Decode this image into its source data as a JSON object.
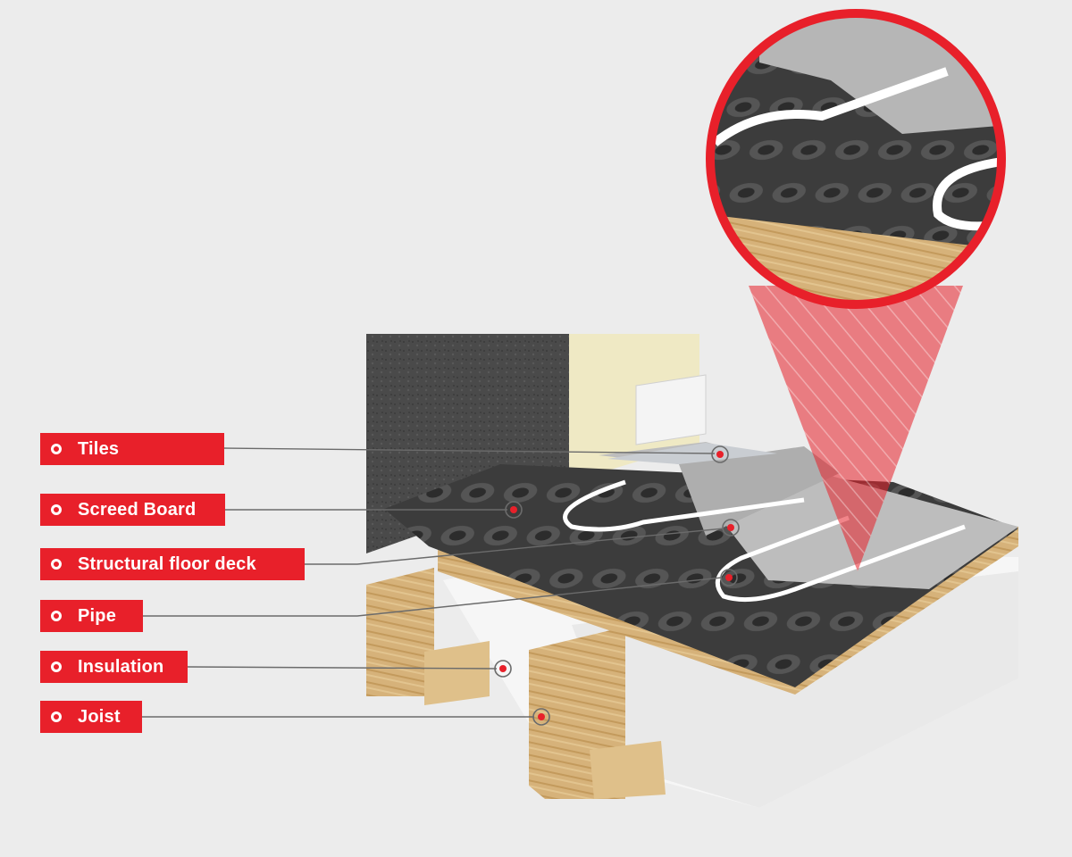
{
  "labels": [
    {
      "key": "tiles",
      "text": "Tiles"
    },
    {
      "key": "screed-board",
      "text": "Screed Board"
    },
    {
      "key": "structural-floor-deck",
      "text": "Structural floor deck"
    },
    {
      "key": "pipe",
      "text": "Pipe"
    },
    {
      "key": "insulation",
      "text": "Insulation"
    },
    {
      "key": "joist",
      "text": "Joist"
    }
  ],
  "colors": {
    "accent": "#e8202a",
    "background": "#ececec",
    "leader": "#6b6b6b"
  }
}
